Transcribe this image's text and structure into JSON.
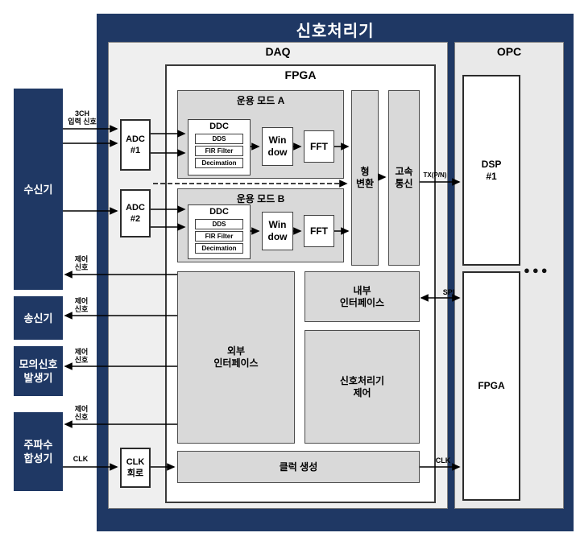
{
  "title": "신호처리기",
  "panels": {
    "daq": "DAQ",
    "opc": "OPC",
    "fpga": "FPGA"
  },
  "external_units": {
    "receiver": "수신기",
    "transmitter": "송신기",
    "sim_signal_gen": "모의신호\n발생기",
    "freq_synth": "주파수\n합성기"
  },
  "frontend": {
    "adc1": "ADC\n#1",
    "adc2": "ADC\n#2",
    "clk_circuit": "CLK\n회로"
  },
  "mode_a": {
    "title": "운용 모드 A",
    "ddc": "DDC",
    "dds": "DDS",
    "fir": "FIR Filter",
    "decimation": "Decimation",
    "window": "Win\ndow",
    "fft": "FFT"
  },
  "mode_b": {
    "title": "운용 모드 B",
    "ddc": "DDC",
    "dds": "DDS",
    "fir": "FIR Filter",
    "decimation": "Decimation",
    "window": "Win\ndow",
    "fft": "FFT"
  },
  "fpga_blocks": {
    "format_conversion": "형\n변환",
    "high_speed_comm": "고속\n통신",
    "internal_interface": "내부\n인터페이스",
    "external_interface": "외부\n인터페이스",
    "signal_processor_control": "신호처리기\n제어",
    "clock_generation": "클럭 생성"
  },
  "opc_units": {
    "dsp1": "DSP\n#1",
    "fpga": "FPGA",
    "more": "●●●"
  },
  "signals": {
    "input_3ch": "3CH\n입력 신호",
    "control_1": "제어\n신호",
    "control_2": "제어\n신호",
    "control_3": "제어\n신호",
    "control_4": "제어\n신호",
    "clk_in": "CLK",
    "tx": "TX(P/N)",
    "spi": "SPI",
    "clk_out": "CLK"
  },
  "colors": {
    "navy": "#1f3864",
    "panel_gray": "#efefef",
    "block_gray": "#d9d9d9"
  }
}
